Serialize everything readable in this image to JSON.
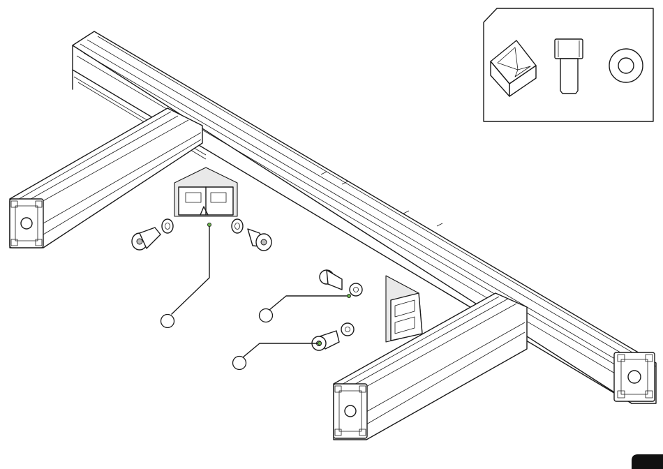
{
  "colors": {
    "line": "#1a1a1a",
    "callout_dot": "#6ab04c",
    "page_tab": "#111111"
  },
  "parts_box": {
    "items": [
      "corner-bracket-icon",
      "cap-screw-icon",
      "washer-icon"
    ]
  },
  "callouts": [
    {
      "target": "corner-bracket-upper",
      "label": ""
    },
    {
      "target": "washer-lower",
      "label": ""
    },
    {
      "target": "cap-screw-lower",
      "label": ""
    }
  ]
}
